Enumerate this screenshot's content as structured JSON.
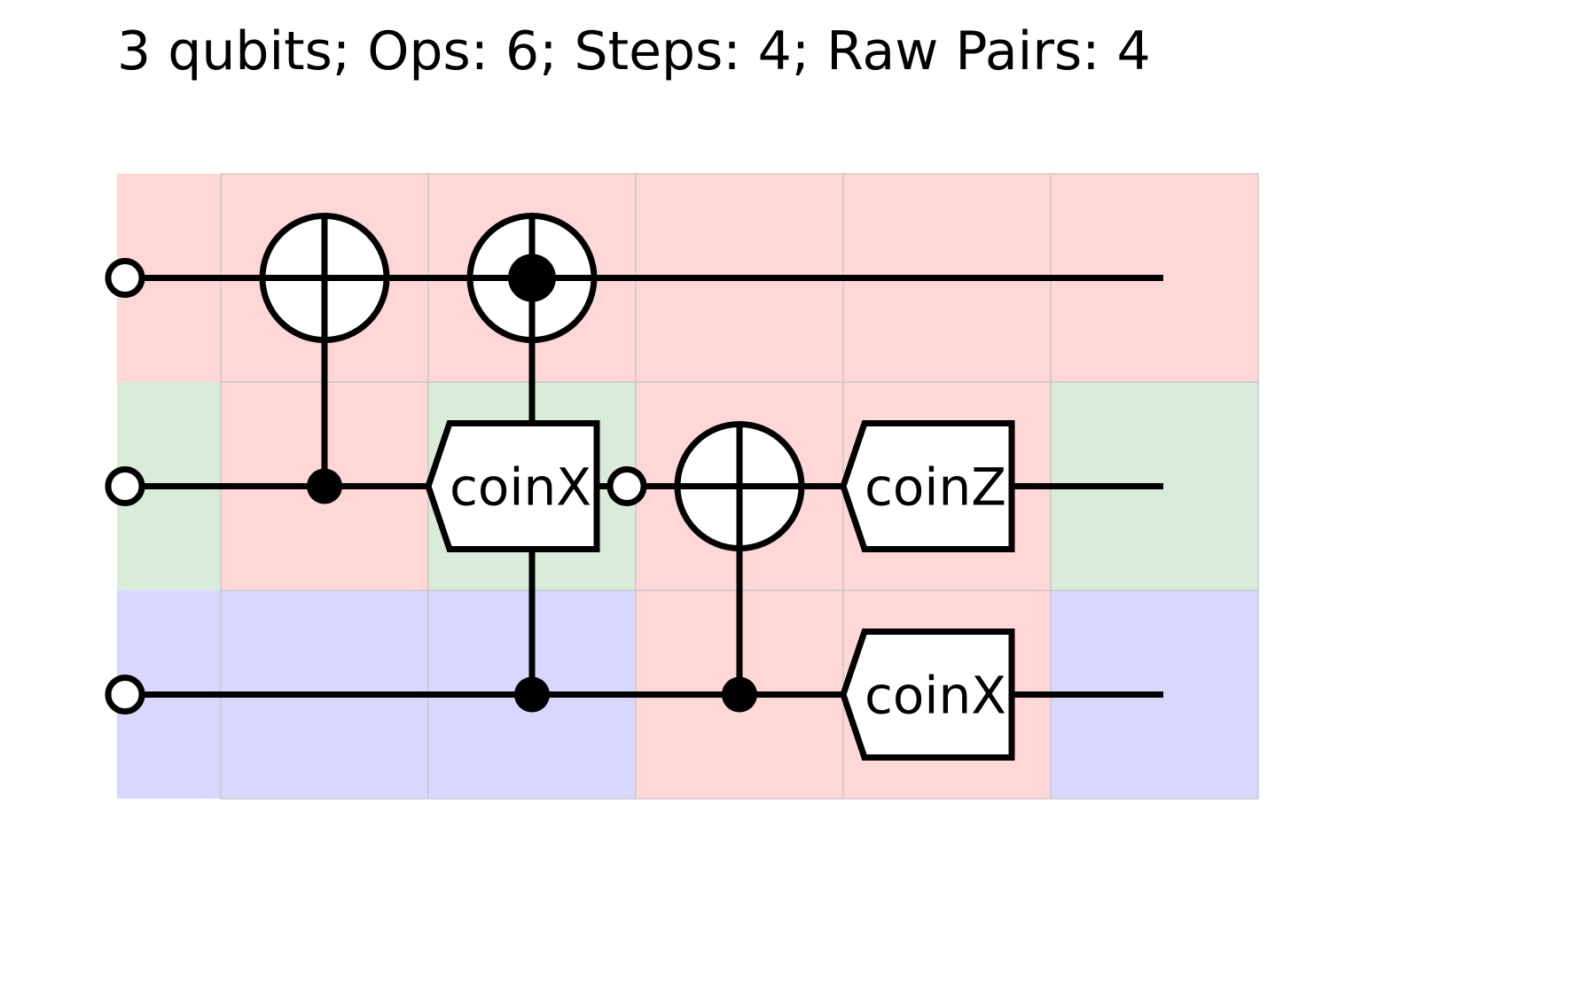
{
  "header": {
    "title": "3 qubits; Ops: 6; Steps: 4; Raw Pairs: 4"
  },
  "colors": {
    "background": "#ffffff",
    "stroke": "#000000",
    "cell_red": "#ffd7d7",
    "cell_green": "#d9ecd9",
    "cell_blue": "#d7d7ff",
    "cell_border": "#c4c4c4"
  },
  "circuit": {
    "qubits": 3,
    "columns": 5,
    "cell_colors": [
      [
        "red",
        "red",
        "red",
        "red",
        "red",
        "red"
      ],
      [
        "green",
        "red",
        "green",
        "red",
        "red",
        "green"
      ],
      [
        "blue",
        "blue",
        "blue",
        "red",
        "red",
        "blue"
      ]
    ],
    "gates": [
      {
        "type": "cnot",
        "col": 1,
        "target": 0,
        "controls": [
          1
        ]
      },
      {
        "type": "coin_cnot",
        "col": 2,
        "target": 0,
        "target_dot": true,
        "coin": 1,
        "label": "coinX",
        "controls": [
          2
        ]
      },
      {
        "type": "open_dot",
        "col": 2,
        "qubit": 1
      },
      {
        "type": "cnot",
        "col": 3,
        "target": 1,
        "controls": [
          2
        ]
      },
      {
        "type": "coin",
        "col": 4,
        "qubit": 1,
        "label": "coinZ"
      },
      {
        "type": "coin",
        "col": 4,
        "qubit": 2,
        "label": "coinX"
      }
    ]
  }
}
